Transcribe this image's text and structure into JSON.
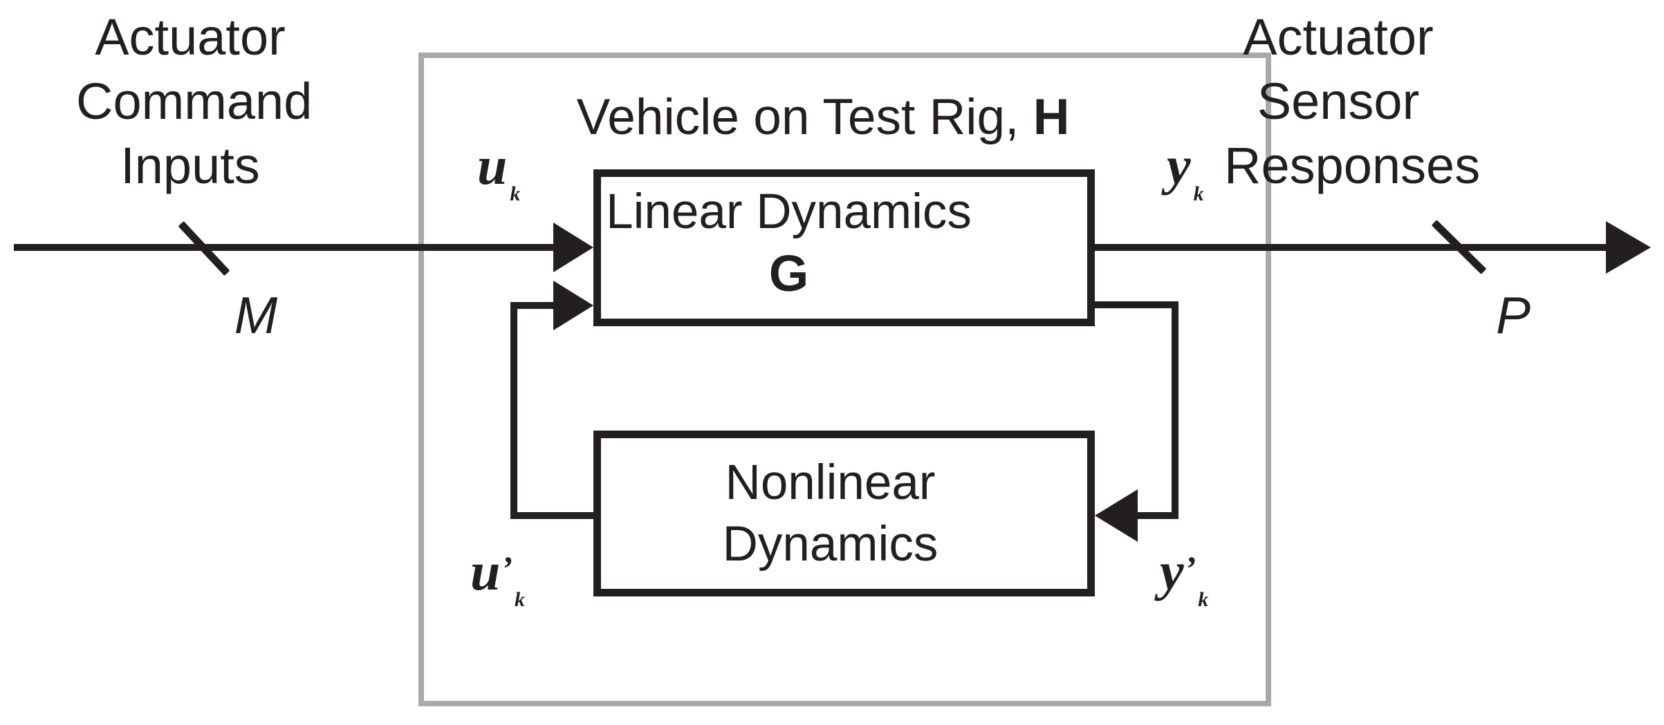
{
  "title": {
    "text": "Vehicle on Test Rig, ",
    "bold": "H"
  },
  "left_label": {
    "line1": "Actuator",
    "line2": "Command",
    "line3": "Inputs"
  },
  "right_label": {
    "line1": "Actuator",
    "line2": "Sensor",
    "line3": "Responses"
  },
  "blocks": {
    "linear": {
      "line1": "Linear Dynamics",
      "line2": "G"
    },
    "nonlinear": {
      "line1": "Nonlinear",
      "line2": "Dynamics"
    }
  },
  "signals": {
    "uk": {
      "base": "u",
      "prime": "",
      "sub": "k"
    },
    "yk": {
      "base": "y",
      "prime": "",
      "sub": "k"
    },
    "uk_prime": {
      "base": "u",
      "prime": "’",
      "sub": "k"
    },
    "yk_prime": {
      "base": "y",
      "prime": "’",
      "sub": "k"
    }
  },
  "bus_labels": {
    "input": "M",
    "output": "P"
  },
  "colors": {
    "ink": "#231f20",
    "boundary": "#a7a9ac",
    "background": "#ffffff"
  }
}
